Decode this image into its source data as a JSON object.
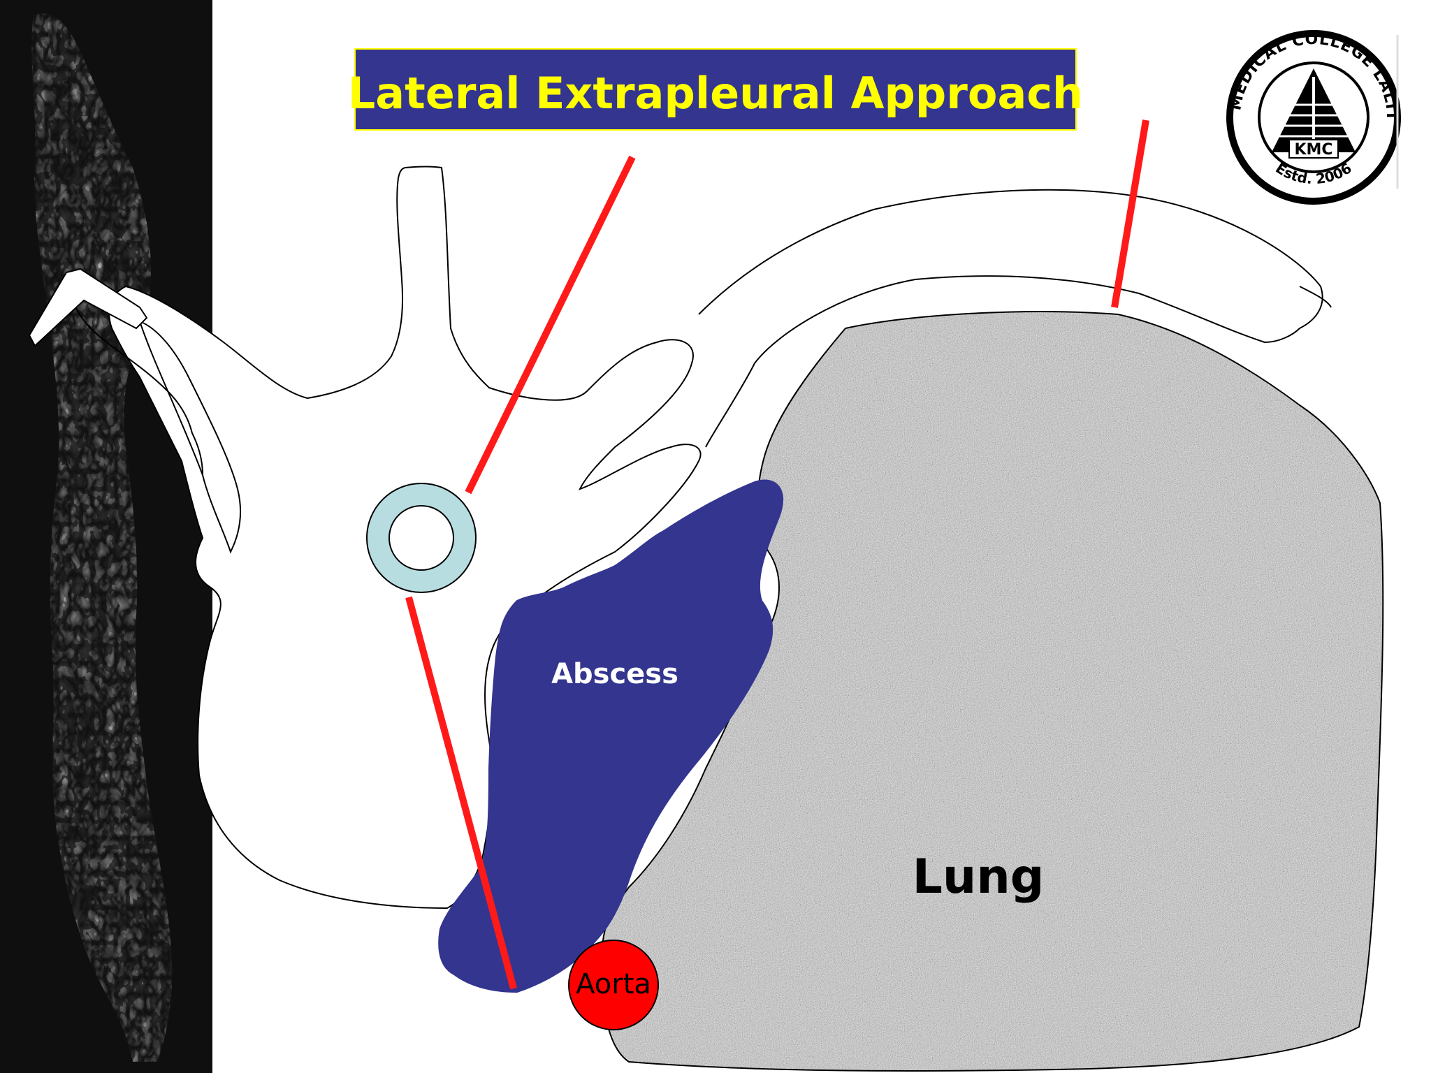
{
  "slide": {
    "title": "Lateral Extrapleural Approach",
    "logo_top_text": "KIST MEDICAL COLLEGE LALITPUR",
    "logo_bottom_text": "Estd. 2006",
    "logo_center_text": "KMC"
  },
  "labels": {
    "abscess": "Abscess",
    "lung": "Lung",
    "aorta": "Aorta"
  },
  "colors": {
    "title_bg": "#33358f",
    "title_text": "#ffff00",
    "abscess": "#33358f",
    "aorta": "#ff0000",
    "incision": "#ff1a1a",
    "spinal_canal": "#b7dde0",
    "lung": "#a8a8a8"
  }
}
